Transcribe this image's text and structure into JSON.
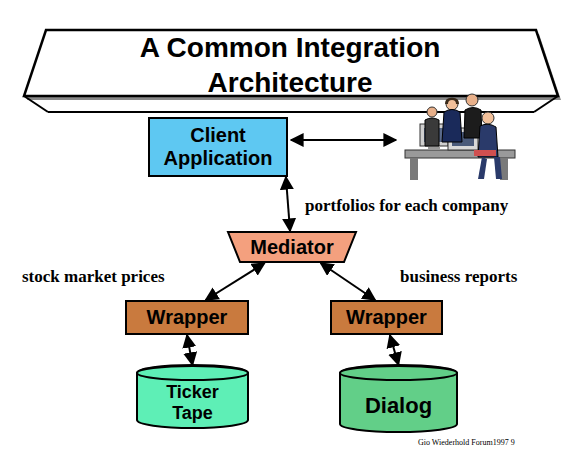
{
  "diagram": {
    "title": "A Common Integration Architecture",
    "nodes": [
      {
        "text": [
          "Client Application"
        ]
      },
      {
        "text": [
          "Mediator"
        ]
      },
      {
        "text": [
          "Wrapper"
        ]
      },
      {
        "text": [
          "Wrapper"
        ]
      },
      {
        "text": [
          "Ticker Tape"
        ]
      },
      {
        "text": [
          "Dialog"
        ]
      }
    ],
    "edges": [
      {
        "from": 0,
        "to": 1,
        "label": "portfolios for each company",
        "arrow": "both"
      },
      {
        "from": 1,
        "to": 2,
        "label": "stock market prices",
        "arrow": "both"
      },
      {
        "from": 1,
        "to": 3,
        "label": "business reports",
        "arrow": "both"
      },
      {
        "from": 2,
        "to": 4,
        "arrow": "both"
      },
      {
        "from": 3,
        "to": 5,
        "arrow": "both"
      }
    ],
    "labels": [
      "Gio Wiederhold Forum1997 9"
    ]
  }
}
